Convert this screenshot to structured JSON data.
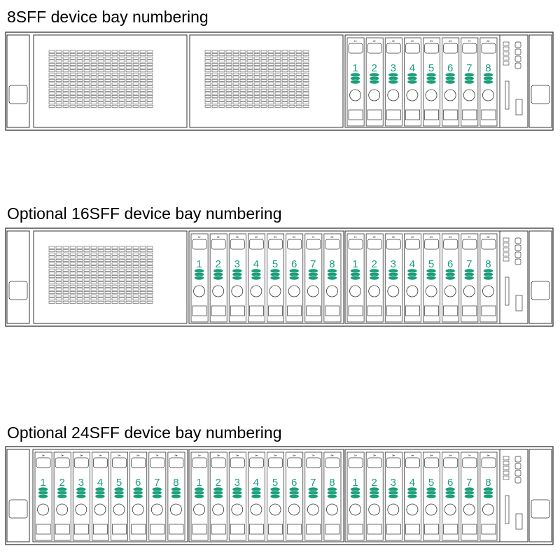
{
  "diagrams": [
    {
      "title": "8SFF device bay numbering",
      "blanks": 2,
      "cages": 1
    },
    {
      "title": "Optional 16SFF device bay numbering",
      "blanks": 1,
      "cages": 2
    },
    {
      "title": "Optional 24SFF device bay numbering",
      "blanks": 0,
      "cages": 3
    }
  ],
  "bay_numbers": [
    "1",
    "2",
    "3",
    "4",
    "5",
    "6",
    "7",
    "8"
  ],
  "colors": {
    "bay_number": "#1a9e7a",
    "drive_icon": "#1a9e7a",
    "line": "#333333",
    "panel_bg": "#ffffff"
  }
}
